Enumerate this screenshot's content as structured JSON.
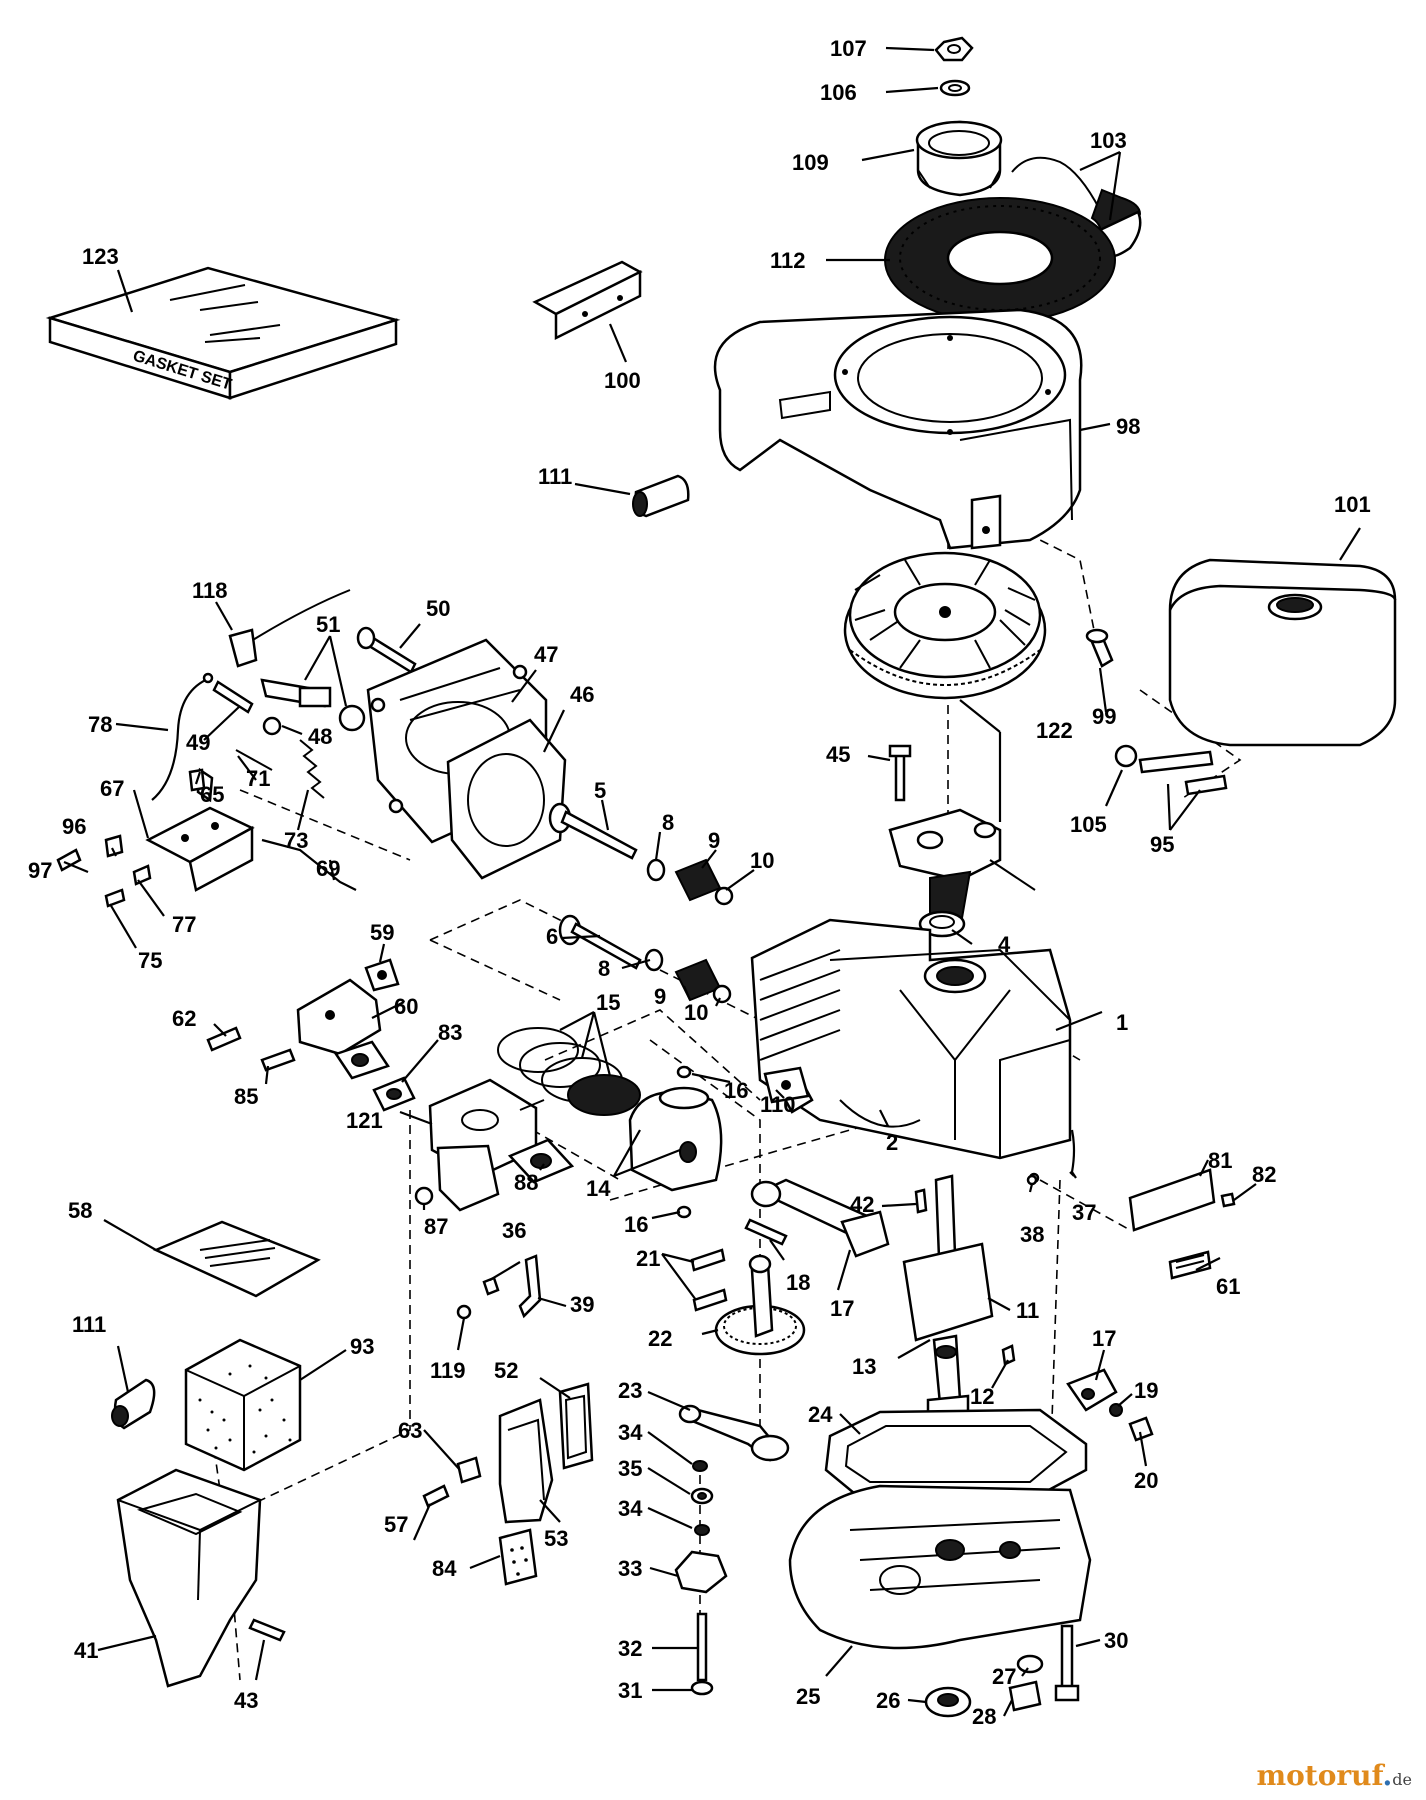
{
  "watermark": {
    "brand": "motoruf",
    "brand_dot": ".",
    "tld": "de"
  },
  "box_text": "GASKET SET",
  "labels": [
    {
      "id": "l107",
      "text": "107"
    },
    {
      "id": "l106",
      "text": "106"
    },
    {
      "id": "l109",
      "text": "109"
    },
    {
      "id": "l103",
      "text": "103"
    },
    {
      "id": "l112",
      "text": "112"
    },
    {
      "id": "l123",
      "text": "123"
    },
    {
      "id": "l100",
      "text": "100"
    },
    {
      "id": "l98",
      "text": "98"
    },
    {
      "id": "l111a",
      "text": "111"
    },
    {
      "id": "l101",
      "text": "101"
    },
    {
      "id": "l118",
      "text": "118"
    },
    {
      "id": "l50",
      "text": "50"
    },
    {
      "id": "l51",
      "text": "51"
    },
    {
      "id": "l47",
      "text": "47"
    },
    {
      "id": "l46",
      "text": "46"
    },
    {
      "id": "l78",
      "text": "78"
    },
    {
      "id": "l49",
      "text": "49"
    },
    {
      "id": "l48",
      "text": "48"
    },
    {
      "id": "l99",
      "text": "99"
    },
    {
      "id": "l122",
      "text": "122"
    },
    {
      "id": "l45",
      "text": "45"
    },
    {
      "id": "l105",
      "text": "105"
    },
    {
      "id": "l95",
      "text": "95"
    },
    {
      "id": "l67",
      "text": "67"
    },
    {
      "id": "l65",
      "text": "65"
    },
    {
      "id": "l71",
      "text": "71"
    },
    {
      "id": "l73",
      "text": "73"
    },
    {
      "id": "l5",
      "text": "5"
    },
    {
      "id": "l8a",
      "text": "8"
    },
    {
      "id": "l9a",
      "text": "9"
    },
    {
      "id": "l10a",
      "text": "10"
    },
    {
      "id": "l97",
      "text": "97"
    },
    {
      "id": "l96",
      "text": "96"
    },
    {
      "id": "l69",
      "text": "69"
    },
    {
      "id": "l77",
      "text": "77"
    },
    {
      "id": "l75",
      "text": "75"
    },
    {
      "id": "l6",
      "text": "6"
    },
    {
      "id": "l4",
      "text": "4"
    },
    {
      "id": "l59",
      "text": "59"
    },
    {
      "id": "l8b",
      "text": "8"
    },
    {
      "id": "l9b",
      "text": "9"
    },
    {
      "id": "l10b",
      "text": "10"
    },
    {
      "id": "l60",
      "text": "60"
    },
    {
      "id": "l62",
      "text": "62"
    },
    {
      "id": "l83",
      "text": "83"
    },
    {
      "id": "l15",
      "text": "15"
    },
    {
      "id": "l1",
      "text": "1"
    },
    {
      "id": "l16a",
      "text": "16"
    },
    {
      "id": "l85",
      "text": "85"
    },
    {
      "id": "l121",
      "text": "121"
    },
    {
      "id": "l110",
      "text": "110"
    },
    {
      "id": "l2",
      "text": "2"
    },
    {
      "id": "l81",
      "text": "81"
    },
    {
      "id": "l82",
      "text": "82"
    },
    {
      "id": "l14",
      "text": "14"
    },
    {
      "id": "l88",
      "text": "88"
    },
    {
      "id": "l58",
      "text": "58"
    },
    {
      "id": "l87",
      "text": "87"
    },
    {
      "id": "l16b",
      "text": "16"
    },
    {
      "id": "l42",
      "text": "42"
    },
    {
      "id": "l37",
      "text": "37"
    },
    {
      "id": "l38",
      "text": "38"
    },
    {
      "id": "l36",
      "text": "36"
    },
    {
      "id": "l21",
      "text": "21"
    },
    {
      "id": "l18",
      "text": "18"
    },
    {
      "id": "l17a",
      "text": "17"
    },
    {
      "id": "l61",
      "text": "61"
    },
    {
      "id": "l39",
      "text": "39"
    },
    {
      "id": "l111b",
      "text": "111"
    },
    {
      "id": "l93",
      "text": "93"
    },
    {
      "id": "l119",
      "text": "119"
    },
    {
      "id": "l22",
      "text": "22"
    },
    {
      "id": "l11",
      "text": "11"
    },
    {
      "id": "l13",
      "text": "13"
    },
    {
      "id": "l17b",
      "text": "17"
    },
    {
      "id": "l52",
      "text": "52"
    },
    {
      "id": "l12",
      "text": "12"
    },
    {
      "id": "l19",
      "text": "19"
    },
    {
      "id": "l23",
      "text": "23"
    },
    {
      "id": "l24",
      "text": "24"
    },
    {
      "id": "l63",
      "text": "63"
    },
    {
      "id": "l34a",
      "text": "34"
    },
    {
      "id": "l20",
      "text": "20"
    },
    {
      "id": "l35",
      "text": "35"
    },
    {
      "id": "l57",
      "text": "57"
    },
    {
      "id": "l53",
      "text": "53"
    },
    {
      "id": "l34b",
      "text": "34"
    },
    {
      "id": "l84",
      "text": "84"
    },
    {
      "id": "l33",
      "text": "33"
    },
    {
      "id": "l41",
      "text": "41"
    },
    {
      "id": "l32",
      "text": "32"
    },
    {
      "id": "l30",
      "text": "30"
    },
    {
      "id": "l27",
      "text": "27"
    },
    {
      "id": "l43",
      "text": "43"
    },
    {
      "id": "l31",
      "text": "31"
    },
    {
      "id": "l25",
      "text": "25"
    },
    {
      "id": "l26",
      "text": "26"
    },
    {
      "id": "l28",
      "text": "28"
    }
  ]
}
